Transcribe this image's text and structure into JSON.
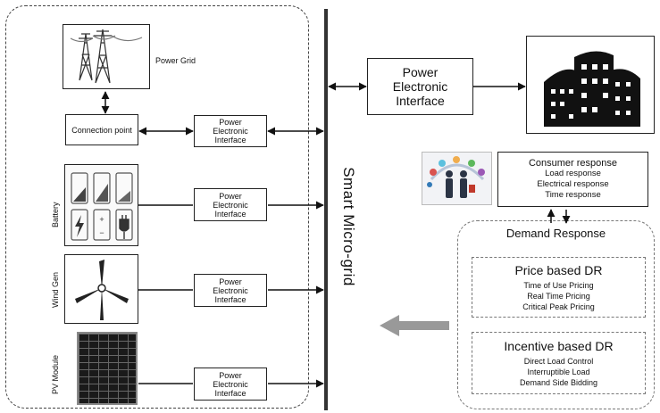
{
  "left": {
    "power_grid_label": "Power Grid",
    "connection_point": "Connection point",
    "pei_label": "Power Electronic Interface",
    "battery_label": "Battery",
    "wind_label": "Wind Gen",
    "pv_label": "PV Module"
  },
  "center": {
    "bus_label": "Smart Micro-grid"
  },
  "right": {
    "top_pei_label": "Power Electronic Interface",
    "consumer": {
      "title": "Consumer response",
      "items": [
        "Load response",
        "Electrical response",
        "Time response"
      ]
    },
    "demand_response": {
      "title": "Demand Response",
      "price": {
        "title": "Price based DR",
        "items": [
          "Time of Use Pricing",
          "Real Time Pricing",
          "Critical Peak Pricing"
        ]
      },
      "incentive": {
        "title": "Incentive based DR",
        "items": [
          "Direct Load Control",
          "Interruptible Load",
          "Demand Side Bidding"
        ]
      }
    }
  }
}
